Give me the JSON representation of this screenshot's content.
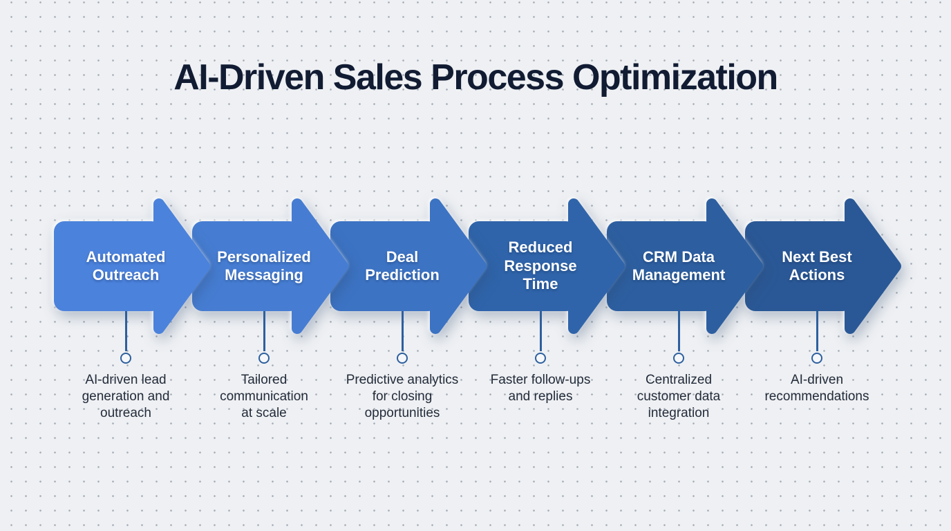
{
  "title": "AI-Driven Sales Process Optimization",
  "title_color": "#111c33",
  "background": {
    "color": "#eef0f3",
    "dot_color": "#a4acb6"
  },
  "connector": {
    "line_color": "#2d5f9e",
    "dot_fill": "#f5f7fa"
  },
  "steps": [
    {
      "label": "Automated\nOutreach",
      "description": "AI-driven lead\ngeneration and\noutreach",
      "color": "#4b82dc"
    },
    {
      "label": "Personalized\nMessaging",
      "description": "Tailored\ncommunication\nat scale",
      "color": "#467dd2"
    },
    {
      "label": "Deal\nPrediction",
      "description": "Predictive analytics\nfor closing\nopportunities",
      "color": "#3c73c3"
    },
    {
      "label": "Reduced\nResponse\nTime",
      "description": "Faster follow-ups\nand replies",
      "color": "#2f64aa"
    },
    {
      "label": "CRM Data\nManagement",
      "description": "Centralized\ncustomer data\nintegration",
      "color": "#2d5fa0"
    },
    {
      "label": "Next Best\nActions",
      "description": "AI-driven\nrecommendations",
      "color": "#2a5896"
    }
  ]
}
